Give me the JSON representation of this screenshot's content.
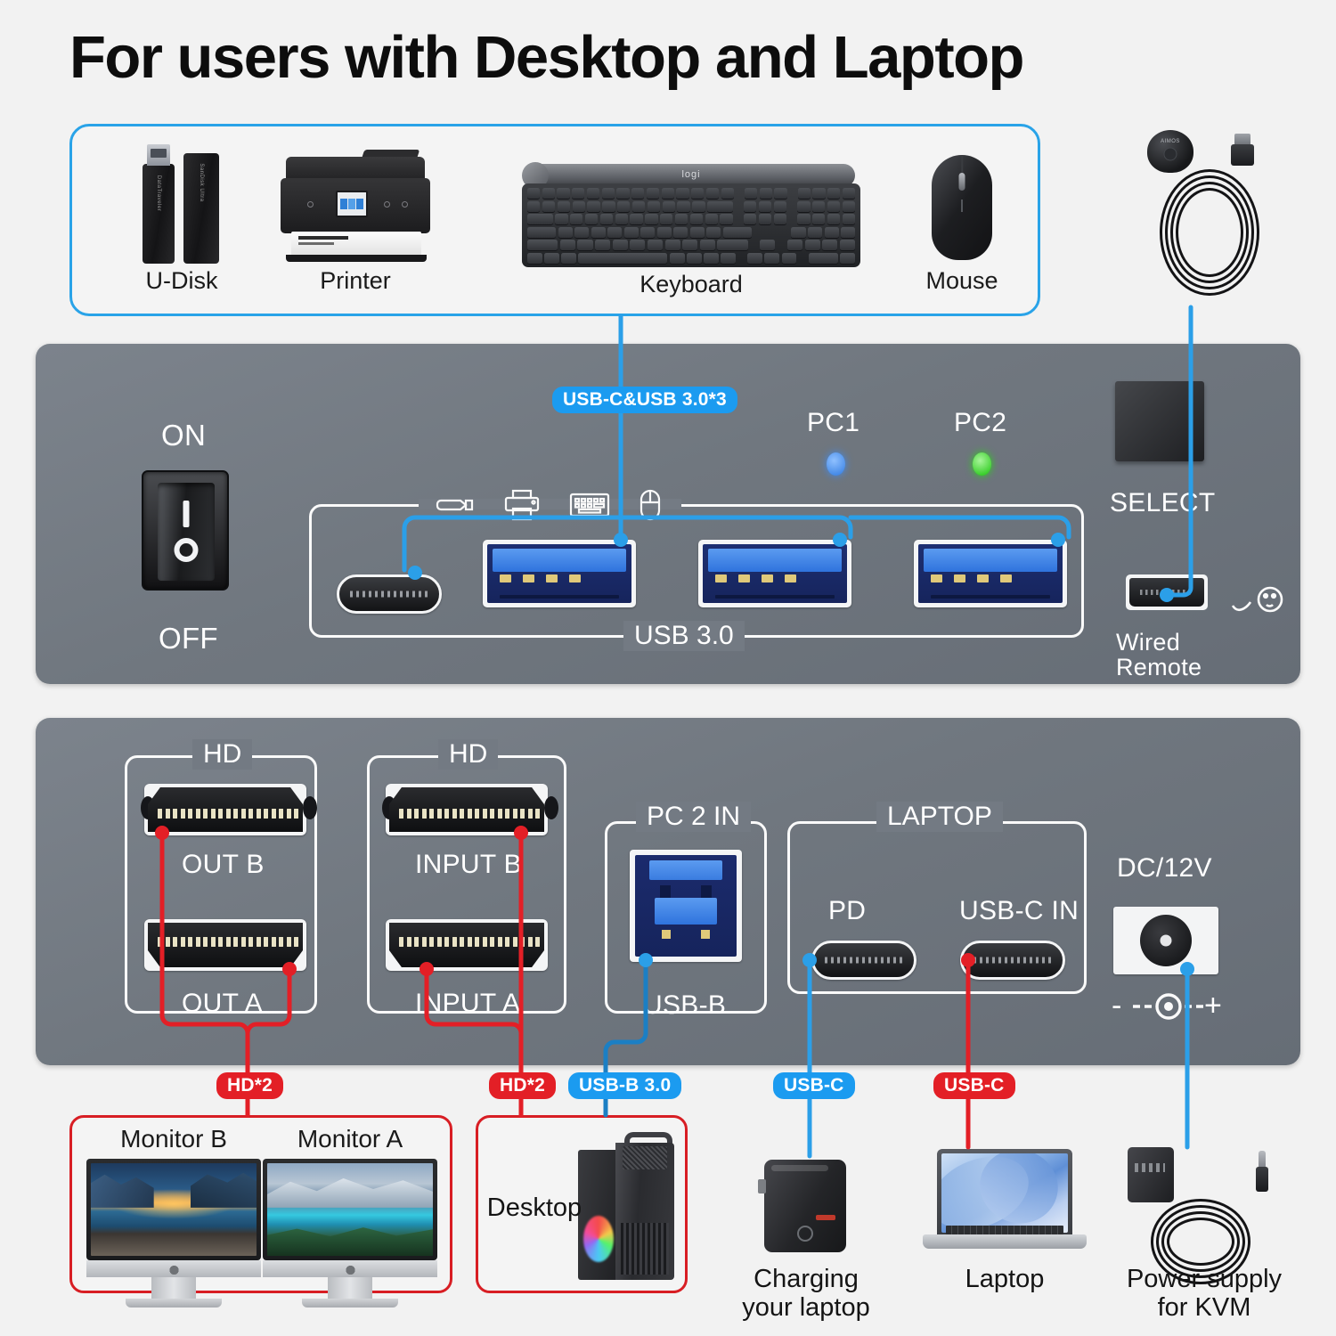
{
  "title": "For users with Desktop and Laptop",
  "peripherals": {
    "items": [
      {
        "label": "U-Disk",
        "icon": "usb-flash-drive-icon"
      },
      {
        "label": "Printer",
        "icon": "printer-icon"
      },
      {
        "label": "Keyboard",
        "icon": "keyboard-icon",
        "brand": "logi"
      },
      {
        "label": "Mouse",
        "icon": "mouse-icon"
      }
    ]
  },
  "remote_device": {
    "label": "wired-remote-device"
  },
  "panel1": {
    "power_on_label": "ON",
    "power_off_label": "OFF",
    "rocker_on_mark": "I",
    "rocker_off_mark": "O",
    "usb_group_label": "USB 3.0",
    "port_icons": [
      "usb-drive-icon",
      "printer-icon",
      "keyboard-icon",
      "mouse-icon"
    ],
    "leds": [
      {
        "label": "PC1",
        "color": "#2f7ae0",
        "state": "blue"
      },
      {
        "label": "PC2",
        "color": "#18c40a",
        "state": "green"
      }
    ],
    "select_label": "SELECT",
    "wired_remote_label_line1": "Wired",
    "wired_remote_label_line2": "Remote",
    "usbc_port": "USB-C",
    "usb_ports": [
      "USB 3.0 port 1",
      "USB 3.0 port 2",
      "USB 3.0 port 3"
    ],
    "micro_port": "wired-remote-jack"
  },
  "panel2": {
    "groups": [
      {
        "tag": "HD",
        "ports": [
          {
            "label": "OUT B"
          },
          {
            "label": "OUT A"
          }
        ]
      },
      {
        "tag": "HD",
        "ports": [
          {
            "label": "INPUT B"
          },
          {
            "label": "INPUT A"
          }
        ]
      },
      {
        "tag": "PC 2 IN",
        "ports": [
          {
            "label": "USB-B"
          }
        ]
      },
      {
        "tag": "LAPTOP",
        "ports": [
          {
            "label": "PD"
          },
          {
            "label": "USB-C IN"
          }
        ]
      }
    ],
    "dc_label": "DC/12V",
    "polarity_minus": "-",
    "polarity_plus": "+"
  },
  "cable_badges": [
    {
      "text": "USB-C&USB 3.0*3",
      "color": "blue"
    },
    {
      "text": "HD*2",
      "color": "red"
    },
    {
      "text": "HD*2",
      "color": "red"
    },
    {
      "text": "USB-B 3.0",
      "color": "blue"
    },
    {
      "text": "USB-C",
      "color": "blue"
    },
    {
      "text": "USB-C",
      "color": "red"
    }
  ],
  "bottom_devices": {
    "monitors": {
      "b_label": "Monitor B",
      "a_label": "Monitor A"
    },
    "desktop_label": "Desktop",
    "charging_label_line1": "Charging",
    "charging_label_line2": "your laptop",
    "laptop_label": "Laptop",
    "psu_label_line1": "Power supply",
    "psu_label_line2": "for KVM"
  },
  "colors": {
    "accent_blue": "#2b9fe8",
    "accent_red": "#e31f26",
    "panel_gray": "#737a83",
    "led_blue": "#2f7ae0",
    "led_green": "#18c40a"
  }
}
